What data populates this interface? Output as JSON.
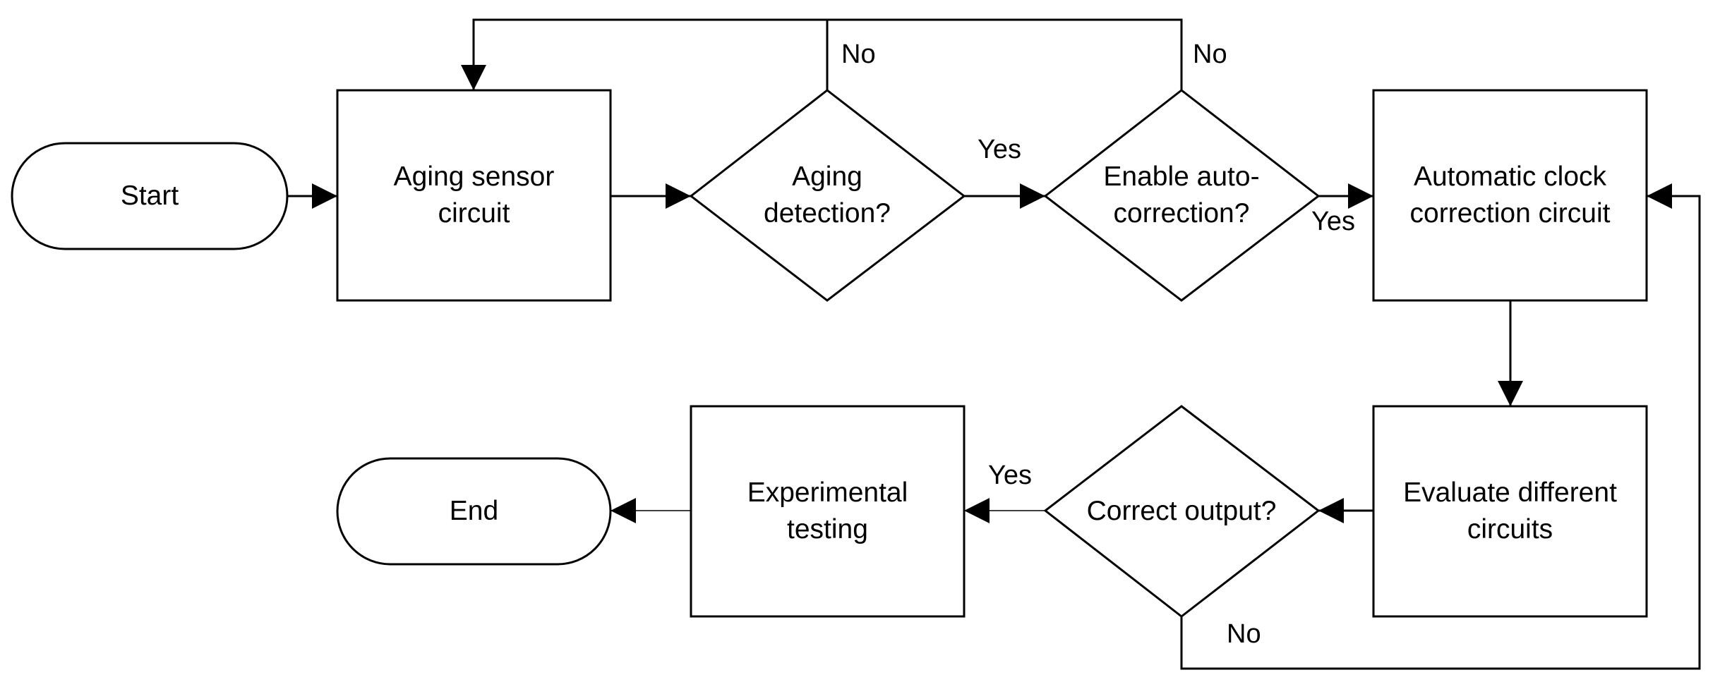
{
  "nodes": {
    "start": "Start",
    "aging_sensor": "Aging sensor\ncircuit",
    "aging_detection": "Aging\ndetection?",
    "enable_auto_correction": "Enable auto-\ncorrection?",
    "auto_clock_correction": "Automatic clock\ncorrection circuit",
    "evaluate_circuits": "Evaluate different\ncircuits",
    "correct_output": "Correct output?",
    "experimental_testing": "Experimental\ntesting",
    "end": "End"
  },
  "edges": {
    "aging_detection_no": "No",
    "aging_detection_yes": "Yes",
    "auto_correction_no": "No",
    "auto_correction_yes": "Yes",
    "correct_output_yes": "Yes",
    "correct_output_no": "No"
  },
  "colors": {
    "stroke": "#000000",
    "background": "#ffffff"
  }
}
